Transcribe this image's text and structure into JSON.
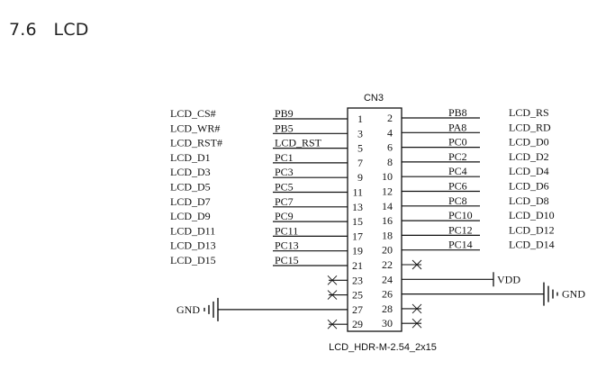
{
  "section": {
    "number": "7.6",
    "title": "LCD"
  },
  "connector": {
    "ref": "CN3",
    "part": "LCD_HDR-M-2.54_2x15"
  },
  "left_rows": [
    {
      "label": "LCD_CS#",
      "port": "PB9",
      "pin": "1"
    },
    {
      "label": "LCD_WR#",
      "port": "PB5",
      "pin": "3"
    },
    {
      "label": "LCD_RST#",
      "port": "LCD_RST",
      "pin": "5"
    },
    {
      "label": "LCD_D1",
      "port": "PC1",
      "pin": "7"
    },
    {
      "label": "LCD_D3",
      "port": "PC3",
      "pin": "9"
    },
    {
      "label": "LCD_D5",
      "port": "PC5",
      "pin": "11"
    },
    {
      "label": "LCD_D7",
      "port": "PC7",
      "pin": "13"
    },
    {
      "label": "LCD_D9",
      "port": "PC9",
      "pin": "15"
    },
    {
      "label": "LCD_D11",
      "port": "PC11",
      "pin": "17"
    },
    {
      "label": "LCD_D13",
      "port": "PC13",
      "pin": "19"
    },
    {
      "label": "LCD_D15",
      "port": "PC15",
      "pin": "21"
    },
    {
      "label": "",
      "port": "",
      "pin": "23",
      "nc": true
    },
    {
      "label": "",
      "port": "",
      "pin": "25",
      "nc": true
    },
    {
      "label": "",
      "port": "",
      "pin": "27",
      "net": "GND"
    },
    {
      "label": "",
      "port": "",
      "pin": "29",
      "nc": true
    }
  ],
  "right_rows": [
    {
      "label": "LCD_RS",
      "port": "PB8",
      "pin": "2"
    },
    {
      "label": "LCD_RD",
      "port": "PA8",
      "pin": "4"
    },
    {
      "label": "LCD_D0",
      "port": "PC0",
      "pin": "6"
    },
    {
      "label": "LCD_D2",
      "port": "PC2",
      "pin": "8"
    },
    {
      "label": "LCD_D4",
      "port": "PC4",
      "pin": "10"
    },
    {
      "label": "LCD_D6",
      "port": "PC6",
      "pin": "12"
    },
    {
      "label": "LCD_D8",
      "port": "PC8",
      "pin": "14"
    },
    {
      "label": "LCD_D10",
      "port": "PC10",
      "pin": "16"
    },
    {
      "label": "LCD_D12",
      "port": "PC12",
      "pin": "18"
    },
    {
      "label": "LCD_D14",
      "port": "PC14",
      "pin": "20"
    },
    {
      "label": "",
      "port": "",
      "pin": "22",
      "nc": true
    },
    {
      "label": "",
      "port": "",
      "pin": "24",
      "net": "VDD"
    },
    {
      "label": "",
      "port": "",
      "pin": "26",
      "net": "GND"
    },
    {
      "label": "",
      "port": "",
      "pin": "28",
      "nc": true
    },
    {
      "label": "",
      "port": "",
      "pin": "30",
      "nc": true
    }
  ],
  "nets": {
    "vdd": "VDD",
    "gnd_left": "GND",
    "gnd_right": "GND"
  }
}
